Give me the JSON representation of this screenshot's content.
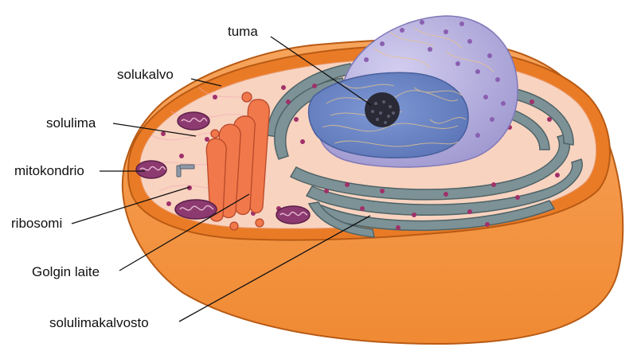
{
  "labels": {
    "tuma": "tuma",
    "solukalvo": "solukalvo",
    "solulima": "solulima",
    "mitokondrio": "mitokondrio",
    "ribosomi": "ribosomi",
    "golgi": "Golgin laite",
    "er": "solulimakalvosto"
  },
  "colors": {
    "membrane_outer": "#f0822a",
    "membrane_dark": "#c85f14",
    "cytoplasm": "#f8d3c0",
    "nucleus_envelope": "#b3aede",
    "nucleus_inner": "#6b88c8",
    "nucleolus": "#2a2a36",
    "er": "#7d9296",
    "er_dark": "#4e6366",
    "golgi": "#f0784a",
    "mitochondrion": "#8c3a70",
    "ribosome": "#a0306a"
  }
}
